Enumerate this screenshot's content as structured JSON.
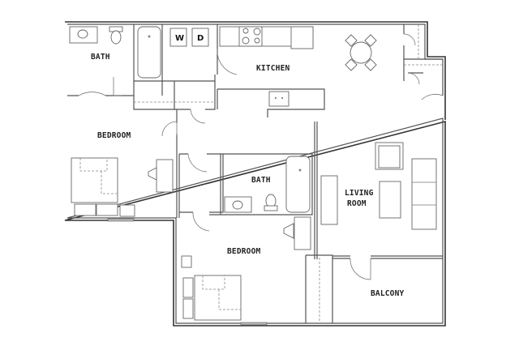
{
  "floorplan": {
    "rooms": [
      {
        "id": "bath1",
        "label": "BATH"
      },
      {
        "id": "kitchen",
        "label": "KITCHEN"
      },
      {
        "id": "bedroom1",
        "label": "BEDROOM"
      },
      {
        "id": "bath2",
        "label": "BATH"
      },
      {
        "id": "living",
        "label_line1": "LIVING",
        "label_line2": "ROOM"
      },
      {
        "id": "bedroom2",
        "label": "BEDROOM"
      },
      {
        "id": "balcony",
        "label": "BALCONY"
      }
    ],
    "appliances": {
      "washer": "W",
      "dryer": "D"
    },
    "colors": {
      "wall": "#333333",
      "background": "#ffffff",
      "text": "#222222"
    }
  }
}
